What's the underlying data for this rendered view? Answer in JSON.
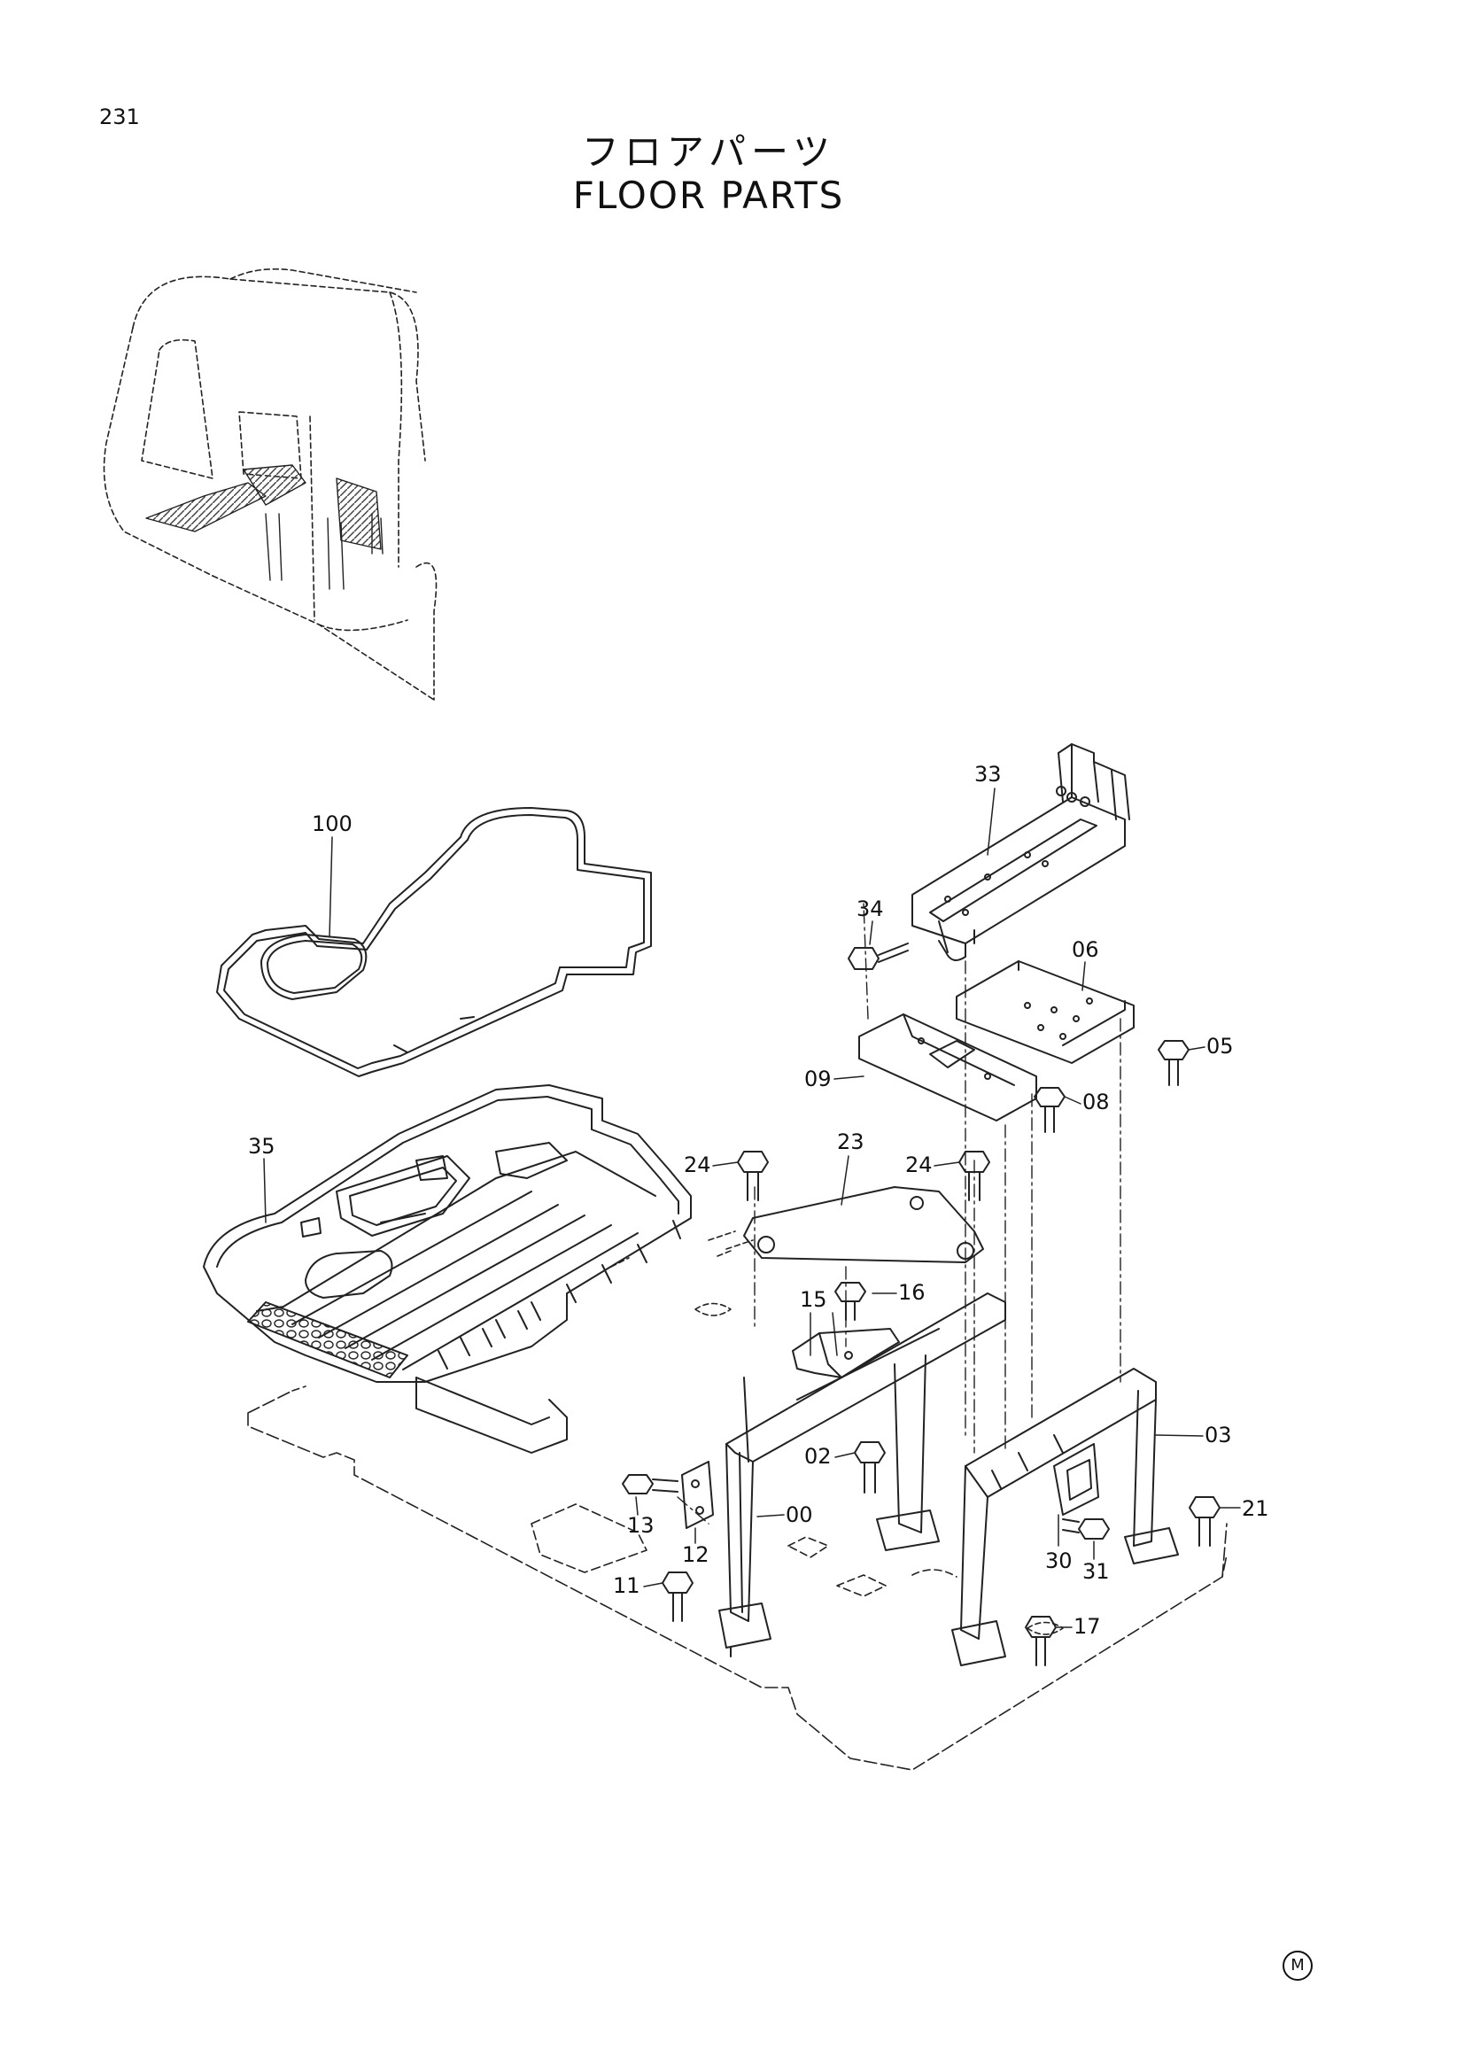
{
  "page_number": "231",
  "title_jp": "フロアパーツ",
  "title_en": "FLOOR PARTS",
  "mark": "M",
  "callouts": [
    "00",
    "02",
    "03",
    "05",
    "06",
    "08",
    "09",
    "11",
    "12",
    "13",
    "15",
    "16",
    "17",
    "21",
    "23",
    "24",
    "24",
    "30",
    "31",
    "33",
    "34",
    "35",
    "100"
  ]
}
